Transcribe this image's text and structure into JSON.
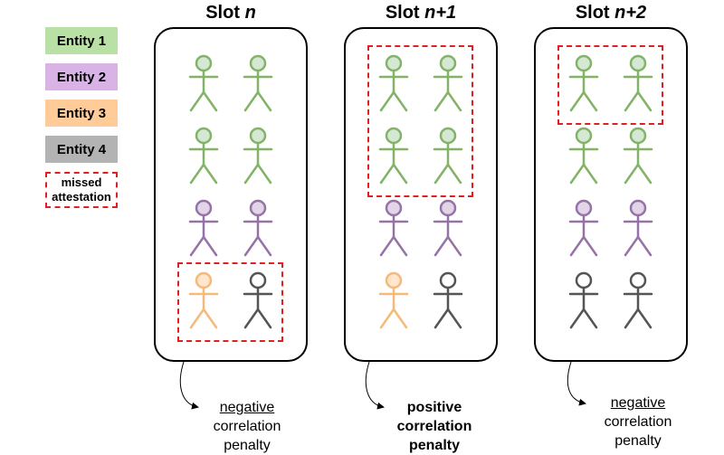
{
  "colors": {
    "entity1": {
      "stroke": "#82b366",
      "fill": "#d5e8d4",
      "legend_bg": "#b9e0a5"
    },
    "entity2": {
      "stroke": "#9673a6",
      "fill": "#e1d5e7",
      "legend_bg": "#d9b3e6"
    },
    "entity3": {
      "stroke": "#f5b97a",
      "fill": "#ffe6cc",
      "legend_bg": "#ffcc99"
    },
    "entity4": {
      "stroke": "#555555",
      "fill": "#ffffff",
      "legend_bg": "#b3b3b3"
    },
    "missed": "#e02020"
  },
  "legend": {
    "entity1": "Entity 1",
    "entity2": "Entity 2",
    "entity3": "Entity 3",
    "entity4": "Entity 4",
    "missed_line1": "missed",
    "missed_line2": "attestation"
  },
  "slots": [
    {
      "title_prefix": "Slot ",
      "title_var": "n",
      "rows": [
        [
          "entity1",
          "entity1"
        ],
        [
          "entity1",
          "entity1"
        ],
        [
          "entity2",
          "entity2"
        ],
        [
          "entity3",
          "entity4"
        ]
      ],
      "missed_rows": [
        4
      ],
      "caption_emph": "negative",
      "caption_rest1": "correlation",
      "caption_rest2": "penalty"
    },
    {
      "title_prefix": "Slot ",
      "title_var": "n+1",
      "rows": [
        [
          "entity1",
          "entity1"
        ],
        [
          "entity1",
          "entity1"
        ],
        [
          "entity2",
          "entity2"
        ],
        [
          "entity3",
          "entity4"
        ]
      ],
      "missed_rows": [
        1,
        2
      ],
      "caption_emph": "positive",
      "caption_rest1": "correlation",
      "caption_rest2": "penalty"
    },
    {
      "title_prefix": "Slot ",
      "title_var": "n+2",
      "rows": [
        [
          "entity1",
          "entity1"
        ],
        [
          "entity1",
          "entity1"
        ],
        [
          "entity2",
          "entity2"
        ],
        [
          "entity4",
          "entity4"
        ]
      ],
      "missed_rows": [
        1
      ],
      "caption_emph": "negative",
      "caption_rest1": "correlation",
      "caption_rest2": "penalty"
    }
  ]
}
